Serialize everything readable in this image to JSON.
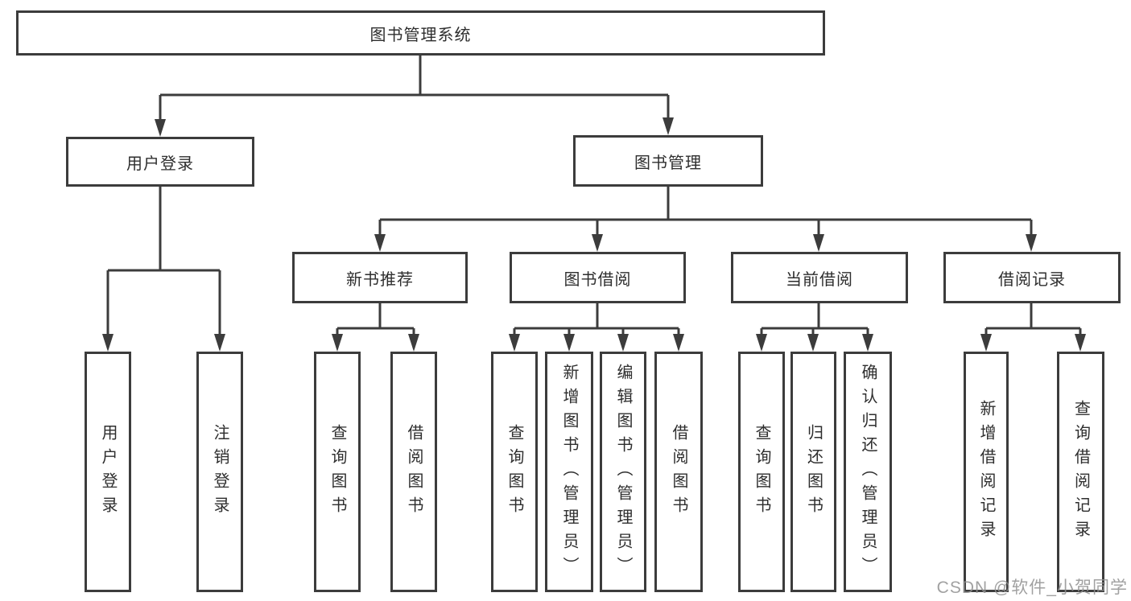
{
  "diagram": {
    "type": "tree",
    "title": "图书管理系统",
    "colors": {
      "line": "#3c3c3c",
      "box_border": "#3c3c3c",
      "text": "#2e2e2e",
      "background": "#ffffff",
      "watermark": "#919191"
    },
    "nodes": [
      {
        "id": "library-system",
        "label": "图书管理系统",
        "level": 1,
        "parent": null
      },
      {
        "id": "user-login-module",
        "label": "用户登录",
        "level": 2,
        "parent": "library-system"
      },
      {
        "id": "book-management",
        "label": "图书管理",
        "level": 2,
        "parent": "library-system"
      },
      {
        "id": "new-book-recommend",
        "label": "新书推荐",
        "level": 3,
        "parent": "book-management"
      },
      {
        "id": "book-borrowing",
        "label": "图书借阅",
        "level": 3,
        "parent": "book-management"
      },
      {
        "id": "current-borrowing",
        "label": "当前借阅",
        "level": 3,
        "parent": "book-management"
      },
      {
        "id": "borrowing-records",
        "label": "借阅记录",
        "level": 3,
        "parent": "book-management"
      },
      {
        "id": "do-user-login",
        "label": "用户登录",
        "level": 4,
        "parent": "user-login-module"
      },
      {
        "id": "logout",
        "label": "注销登录",
        "level": 4,
        "parent": "user-login-module"
      },
      {
        "id": "nr-query-books",
        "label": "查询图书",
        "level": 4,
        "parent": "new-book-recommend"
      },
      {
        "id": "nr-borrow-books",
        "label": "借阅图书",
        "level": 4,
        "parent": "new-book-recommend"
      },
      {
        "id": "bb-query-books",
        "label": "查询图书",
        "level": 4,
        "parent": "book-borrowing"
      },
      {
        "id": "bb-add-books",
        "label": "新增图书（管理员）",
        "level": 4,
        "parent": "book-borrowing"
      },
      {
        "id": "bb-edit-books",
        "label": "编辑图书（管理员）",
        "level": 4,
        "parent": "book-borrowing"
      },
      {
        "id": "bb-borrow-books",
        "label": "借阅图书",
        "level": 4,
        "parent": "book-borrowing"
      },
      {
        "id": "cb-query-books",
        "label": "查询图书",
        "level": 4,
        "parent": "current-borrowing"
      },
      {
        "id": "cb-return-books",
        "label": "归还图书",
        "level": 4,
        "parent": "current-borrowing"
      },
      {
        "id": "cb-confirm-return",
        "label": "确认归还（管理员）",
        "level": 4,
        "parent": "current-borrowing"
      },
      {
        "id": "br-add-record",
        "label": "新增借阅记录",
        "level": 4,
        "parent": "borrowing-records"
      },
      {
        "id": "br-query-record",
        "label": "查询借阅记录",
        "level": 4,
        "parent": "borrowing-records"
      }
    ]
  },
  "watermark": {
    "text": "CSDN @软件_小贺同学"
  }
}
